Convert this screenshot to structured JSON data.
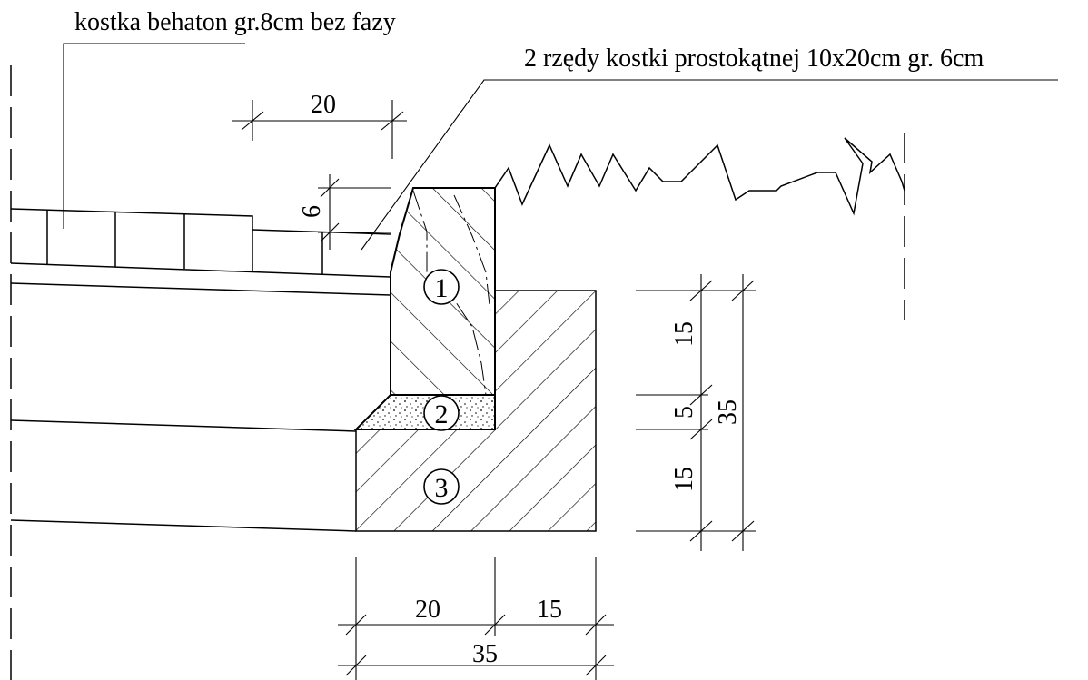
{
  "annotations": {
    "paver_label": "kostka behaton gr.8cm bez fazy",
    "edging_label": "2 rzędy kostki prostokątnej 10x20cm gr. 6cm"
  },
  "elements": {
    "curb_number": "1",
    "mortar_number": "2",
    "foundation_number": "3"
  },
  "dimensions": {
    "top_width": "20",
    "paver_thickness": "6",
    "right_upper": "15",
    "right_middle": "5",
    "right_lower": "15",
    "right_total": "35",
    "bottom_left": "20",
    "bottom_right": "15",
    "bottom_total": "35"
  }
}
